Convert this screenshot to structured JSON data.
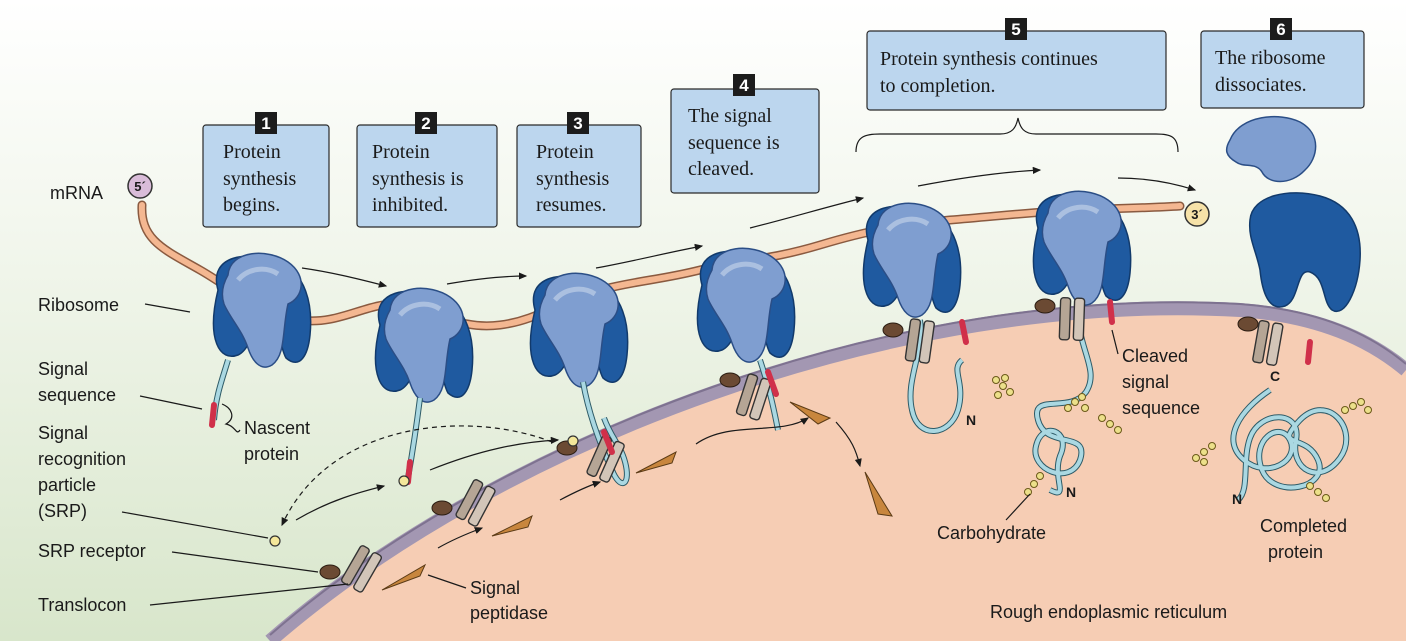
{
  "steps": [
    {
      "num": "1",
      "lines": [
        "Protein",
        "synthesis",
        "begins."
      ]
    },
    {
      "num": "2",
      "lines": [
        "Protein",
        "synthesis is",
        "inhibited."
      ]
    },
    {
      "num": "3",
      "lines": [
        "Protein",
        "synthesis",
        "resumes."
      ]
    },
    {
      "num": "4",
      "lines": [
        "The signal",
        "sequence is",
        "cleaved."
      ]
    },
    {
      "num": "5",
      "lines": [
        "Protein synthesis continues",
        "to completion."
      ]
    },
    {
      "num": "6",
      "lines": [
        "The ribosome",
        "dissociates."
      ]
    }
  ],
  "labels": {
    "mrna": "mRNA",
    "ribosome": "Ribosome",
    "signal_sequence": [
      "Signal",
      "sequence"
    ],
    "nascent_protein": [
      "Nascent",
      "protein"
    ],
    "srp": [
      "Signal",
      "recognition",
      "particle",
      "(SRP)"
    ],
    "srp_receptor": "SRP receptor",
    "translocon": "Translocon",
    "signal_peptidase": [
      "Signal",
      "peptidase"
    ],
    "cleaved_signal": [
      "Cleaved",
      "signal",
      "sequence"
    ],
    "carbohydrate": "Carbohydrate",
    "completed_protein": [
      "Completed",
      "protein"
    ],
    "rer": "Rough endoplasmic reticulum"
  },
  "markers": {
    "five_prime": "5´",
    "three_prime": "3´",
    "n_terminus": "N",
    "c_terminus": "C"
  },
  "colors": {
    "background_top": "#ffffff",
    "background_bottom": "#dbe8cf",
    "er_membrane": "#a397b2",
    "er_lumen": "#f6cdb4",
    "ribosome_light": "#7f9ed0",
    "ribosome_dark": "#1f5aa0",
    "mrna": "#f4b791",
    "signal_sequence": "#d0304a",
    "box_fill": "#bcd6ee",
    "number_fill": "#1c1c1c",
    "polypeptide": "#aad8e2",
    "translocon": "#b5a595",
    "srp_receptor": "#6b4a33",
    "peptidase": "#c8863d",
    "carbohydrate": "#ece08a"
  }
}
